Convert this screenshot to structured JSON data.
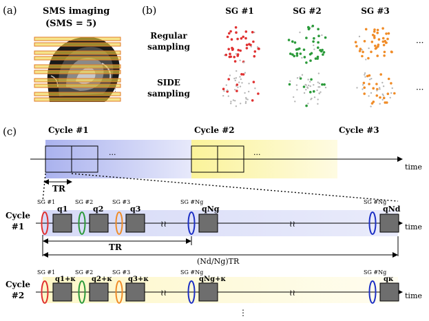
{
  "panel_a": {
    "label": "(a)",
    "title_line1": "SMS imaging",
    "title_line2": "(SMS = 5)"
  },
  "panel_b": {
    "label": "(b)",
    "columns": [
      "SG #1",
      "SG #2",
      "SG #3"
    ],
    "rows": [
      {
        "line1": "Regular",
        "line2": "sampling"
      },
      {
        "line1": "SIDE",
        "line2": "sampling"
      }
    ],
    "ellipsis": "···",
    "colors": [
      "#e03131",
      "#2b9a3a",
      "#f08c28"
    ]
  },
  "panel_c": {
    "label": "(c)",
    "cycles": [
      "Cycle #1",
      "Cycle #2",
      "Cycle #3"
    ],
    "time_label": "time",
    "tr_label": "TR",
    "long_span_label": "(Nd/Ng)TR",
    "dots": "···",
    "break_mark": "≀≀",
    "cycle1_label": [
      "Cycle",
      "#1"
    ],
    "cycle2_label": [
      "Cycle",
      "#2"
    ],
    "sg_labels": [
      "SG #1",
      "SG #2",
      "SG #3",
      "SG #Ng",
      "SG #Ng"
    ],
    "q_row1": [
      "q1",
      "q2",
      "q3",
      "qNg",
      "qNd"
    ],
    "q_row2": [
      "q1+κ",
      "q2+κ",
      "q3+κ",
      "qNg+κ",
      "qκ"
    ],
    "colors": {
      "sg1": "#e03131",
      "sg2": "#2b9a3a",
      "sg3": "#f08c28",
      "sgN": "#1c2fc4",
      "blue_band": "#c9cdf5",
      "yellow_band": "#fdf8c4"
    }
  }
}
